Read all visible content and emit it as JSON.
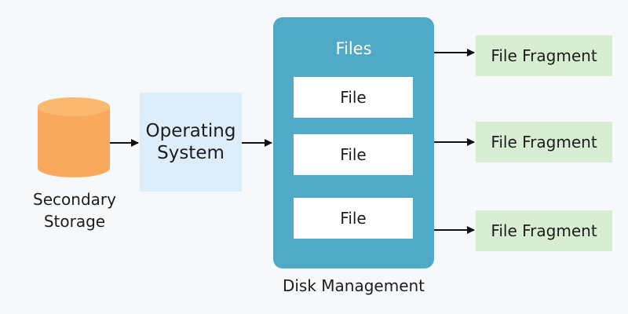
{
  "storage": {
    "label_line1": "Secondary",
    "label_line2": "Storage",
    "color": "#f9a95c"
  },
  "operating_system": {
    "label": "Operating\nSystem",
    "color": "#ddeefa"
  },
  "disk_management": {
    "title": "Files",
    "caption": "Disk Management",
    "color": "#50a9c6",
    "files": [
      "File",
      "File",
      "File"
    ]
  },
  "fragments": [
    "File Fragment",
    "File Fragment",
    "File Fragment"
  ]
}
